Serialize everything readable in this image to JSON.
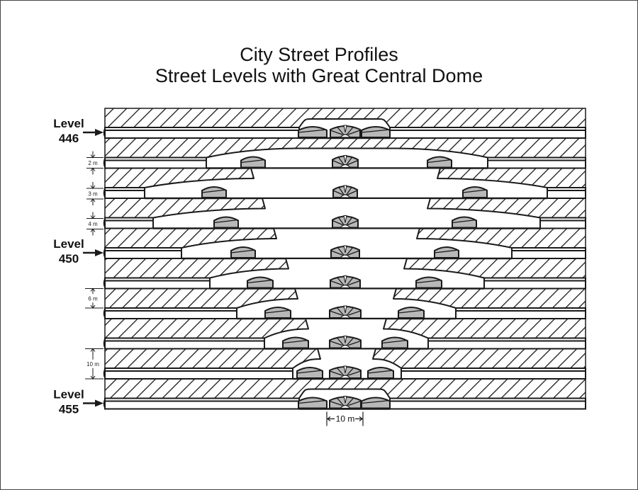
{
  "title": {
    "line1": "City Street Profiles",
    "line2": "Street Levels with Great Central Dome"
  },
  "level_labels": [
    {
      "word": "Level",
      "number": "446",
      "level_index": 0
    },
    {
      "word": "Level",
      "number": "450",
      "level_index": 4
    },
    {
      "word": "Level",
      "number": "455",
      "level_index": 9
    }
  ],
  "dimension_labels": {
    "d2": "2 m",
    "d3": "3 m",
    "d4": "4 m",
    "d6": "6 m",
    "d10": "10 m",
    "bottom": "10 m"
  },
  "colors": {
    "line": "#1a1a1a",
    "dome_fill": "#b8b8b8",
    "background": "#ffffff"
  }
}
